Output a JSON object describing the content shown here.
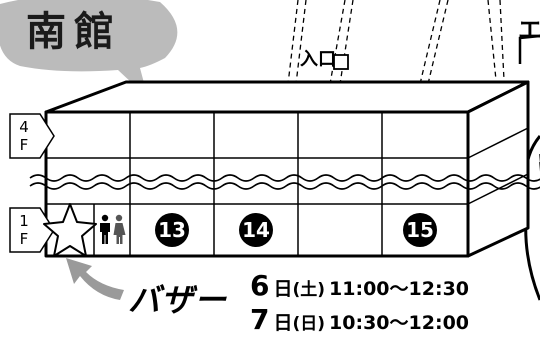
{
  "building_name": "南館",
  "entrance": {
    "label": "入口"
  },
  "corner_label": "エ",
  "floors": [
    {
      "number": "4",
      "unit": "F"
    },
    {
      "number": "1",
      "unit": "F"
    }
  ],
  "rooms": [
    {
      "number": "13"
    },
    {
      "number": "14"
    },
    {
      "number": "15"
    }
  ],
  "icons": {
    "bazaar_marker": "star-icon",
    "restroom": "restroom-icon"
  },
  "event": {
    "name": "バザー",
    "schedule": [
      {
        "day": "6",
        "suffix": "日",
        "weekday": "(土)",
        "time": "11:00〜12:30"
      },
      {
        "day": "7",
        "suffix": "日",
        "weekday": "(日)",
        "time": "10:30〜12:00"
      }
    ]
  },
  "colors": {
    "bubble": "#bbbbbb",
    "arrow": "#9a9a9a",
    "ink": "#000000"
  }
}
